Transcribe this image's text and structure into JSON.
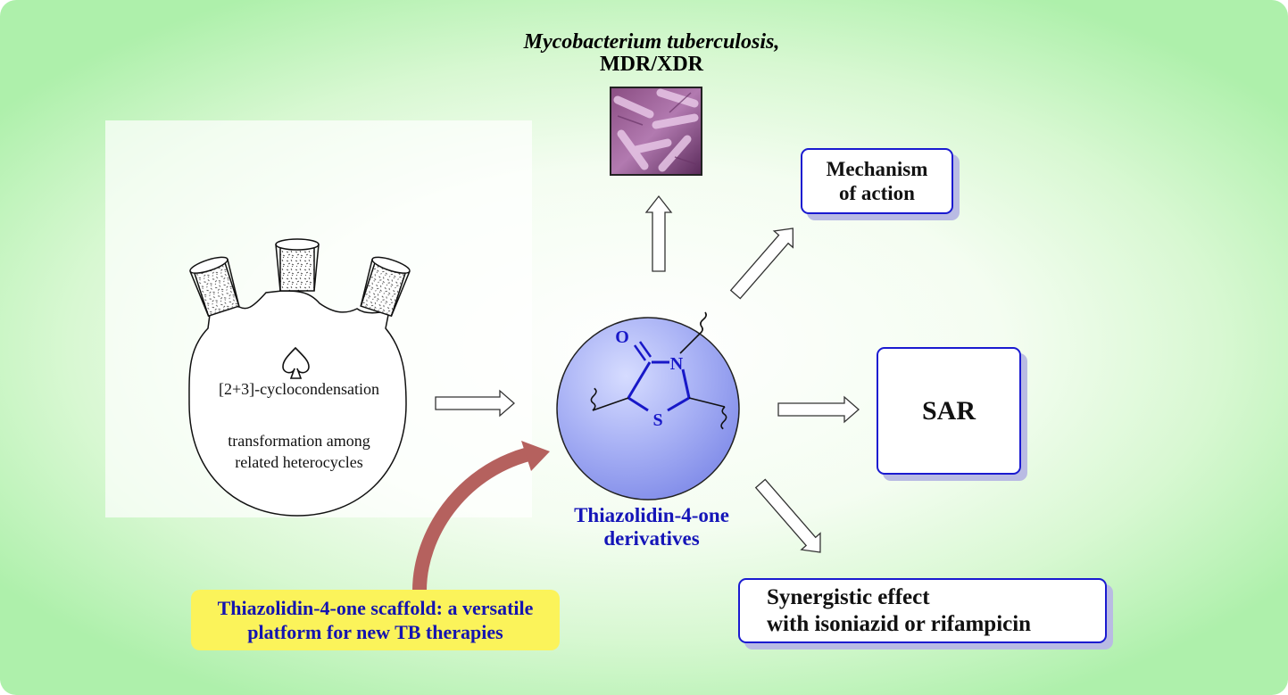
{
  "bacteria": {
    "species": "Mycobacterium tuberculosis,",
    "resistance": "MDR/XDR"
  },
  "flask": {
    "reaction": "[2+3]-cyclocondensation",
    "transformation_line1": "transformation among",
    "transformation_line2": "related heterocycles"
  },
  "molecule": {
    "atom_o": "O",
    "atom_n": "N",
    "atom_s": "S"
  },
  "derivatives": {
    "line1": "Thiazolidin-4-one",
    "line2": "derivatives"
  },
  "outcomes": {
    "mechanism_line1": "Mechanism",
    "mechanism_line2": "of action",
    "sar": "SAR",
    "synergy_line1": "Synergistic effect",
    "synergy_line2": "with isoniazid or rifampicin"
  },
  "scaffold": {
    "line1": "Thiazolidin-4-one scaffold: a versatile",
    "line2": "platform for new TB therapies"
  },
  "colors": {
    "box_border": "#1a1ad0",
    "molecule": "#1818c8",
    "sphere": "#a9b2f5",
    "highlight": "#fbf35a",
    "curved_arrow": "#b5615e"
  }
}
